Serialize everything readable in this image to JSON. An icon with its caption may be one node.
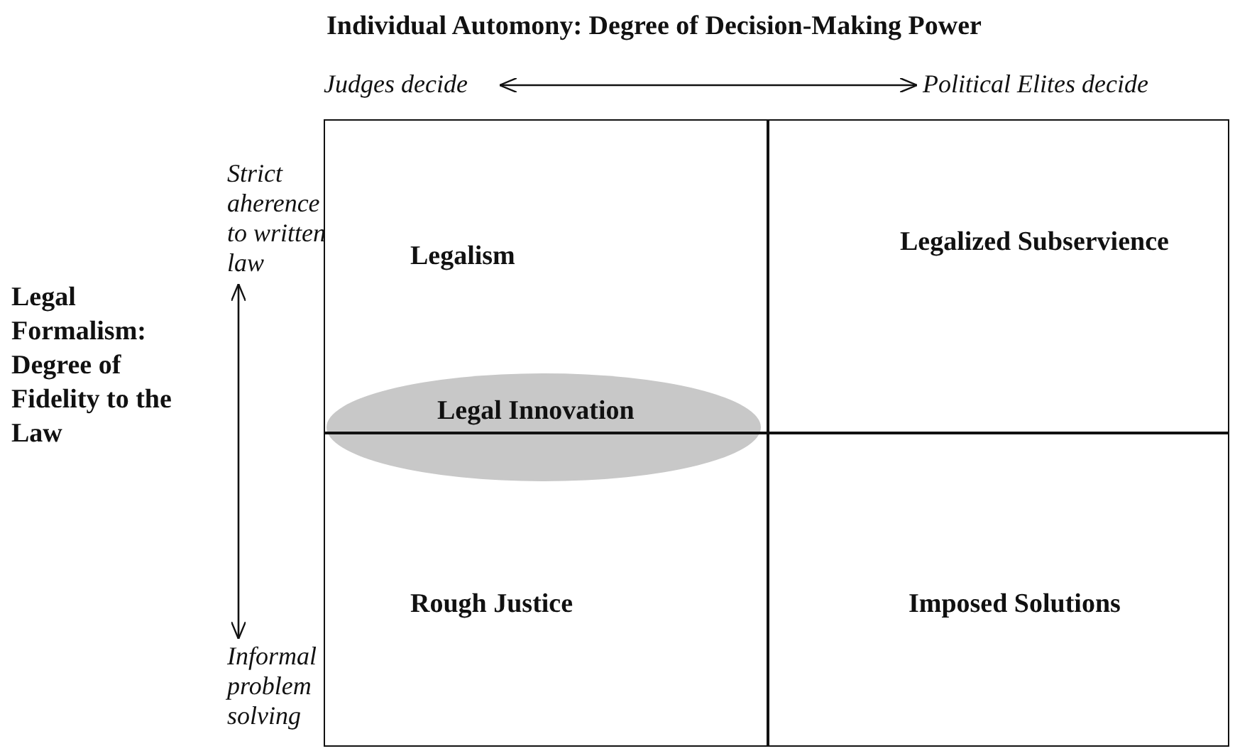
{
  "diagram": {
    "title": "Individual Automony: Degree of Decision-Making Power",
    "nodes": [
      {
        "text": [
          "Judges decide"
        ]
      },
      {
        "text": [
          "Political Elites decide"
        ]
      },
      {
        "text": [
          "Strict aherence to written law"
        ]
      },
      {
        "text": [
          "Informal problem solving"
        ]
      },
      {
        "text": [
          "Legalism"
        ]
      },
      {
        "text": [
          "Legalized Subservience"
        ]
      },
      {
        "text": [
          "Rough Justice"
        ]
      },
      {
        "text": [
          "Imposed Solutions"
        ]
      },
      {
        "text": [
          "Legal Innovation"
        ]
      }
    ],
    "edges": [
      {
        "from": 0,
        "to": 1,
        "arrow": "both"
      },
      {
        "from": 2,
        "to": 3,
        "arrow": "both"
      }
    ],
    "labels": [
      "Legal Formalism: Degree of Fidelity to the Law"
    ]
  }
}
